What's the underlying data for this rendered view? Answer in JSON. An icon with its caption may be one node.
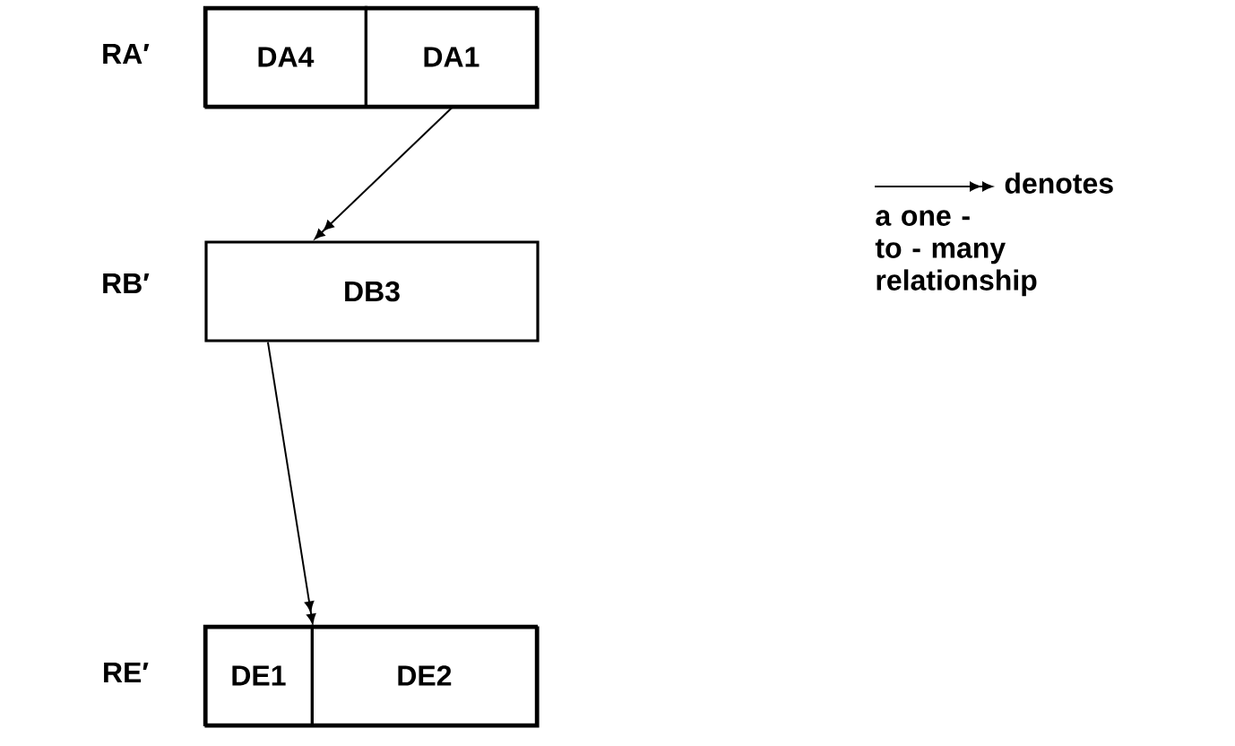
{
  "diagram": {
    "nodes": [
      {
        "text": [],
        "shape": "box"
      },
      {
        "text": [
          "DA4"
        ],
        "in": 0
      },
      {
        "text": [
          "DA1"
        ],
        "in": 0
      },
      {
        "text": [
          "DB3"
        ]
      },
      {
        "text": [],
        "shape": "box"
      },
      {
        "text": [
          "DE1"
        ],
        "in": 4
      },
      {
        "text": [
          "DE2"
        ],
        "in": 4
      }
    ],
    "edges": [
      {
        "from": 2,
        "to": 3,
        "arrow": "to"
      },
      {
        "from": 3,
        "to": 4,
        "arrow": "to"
      }
    ],
    "labels": [
      "RA′",
      "RB′",
      "RE′"
    ],
    "legend": [
      {
        "text": "denotes a one - to - many relationship"
      }
    ]
  }
}
